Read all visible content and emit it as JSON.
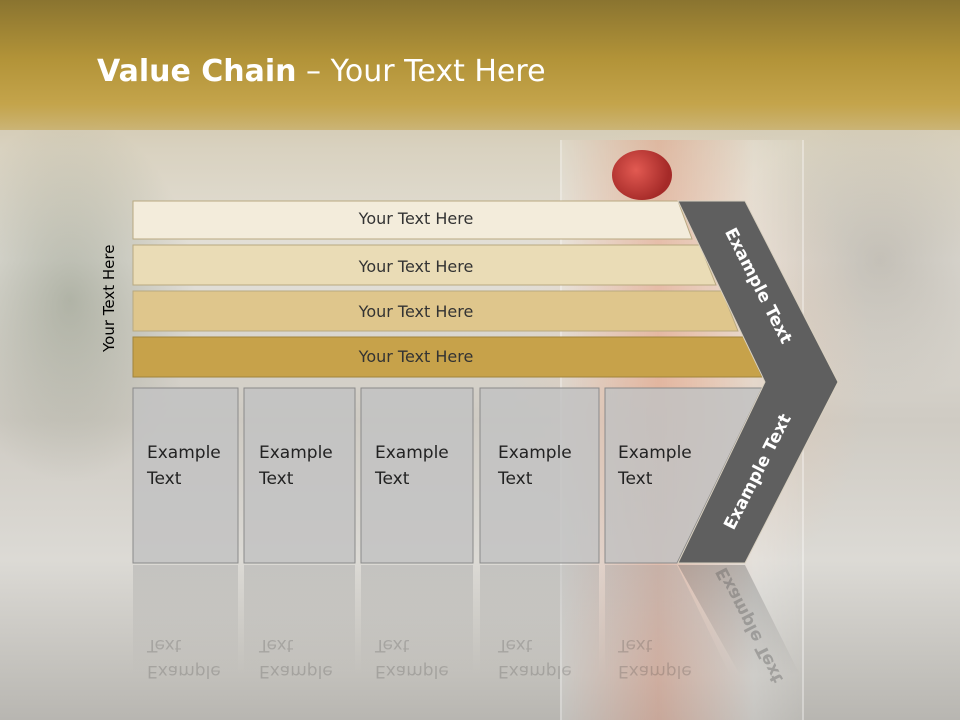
{
  "title": {
    "bold": "Value Chain",
    "rest": " – Your Text Here"
  },
  "side_label": "Your Text Here",
  "bars": [
    {
      "label": "Your Text Here",
      "color": "#f3ecdb"
    },
    {
      "label": "Your Text Here",
      "color": "#eadcb6"
    },
    {
      "label": "Your Text Here",
      "color": "#dfc68c"
    },
    {
      "label": "Your Text Here",
      "color": "#c7a24a"
    }
  ],
  "boxes": [
    {
      "line1": "Example",
      "line2": "Text"
    },
    {
      "line1": "Example",
      "line2": "Text"
    },
    {
      "line1": "Example",
      "line2": "Text"
    },
    {
      "line1": "Example",
      "line2": "Text"
    },
    {
      "line1": "Example",
      "line2": "Text"
    }
  ],
  "arrow": {
    "upper_label": "Example Text",
    "lower_label": "Example Text",
    "color": "#5f5f5f"
  },
  "reflection_text": "Example Text",
  "colors": {
    "header": "#b29338",
    "box_fill": "#c2c2c2",
    "box_stroke": "#8a8a8a"
  }
}
